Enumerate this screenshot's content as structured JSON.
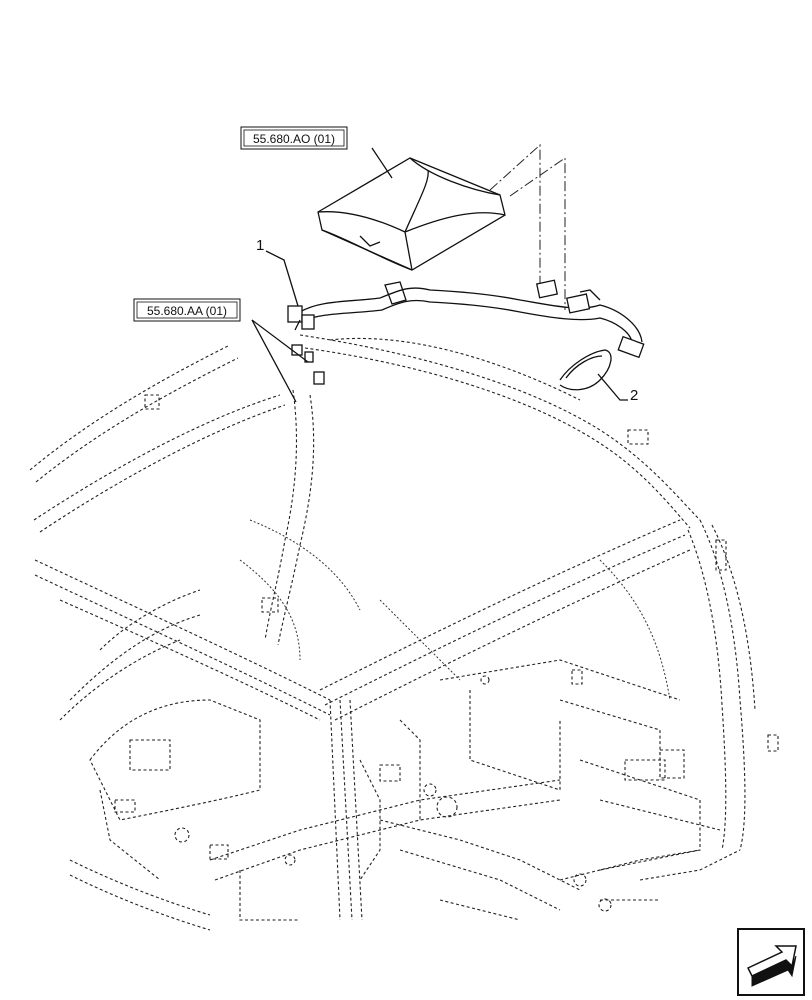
{
  "callouts": {
    "ref_box_1": "55.680.AO (01)",
    "ref_box_2": "55.680.AA (01)",
    "item_1": "1",
    "item_2": "2"
  },
  "icons": {
    "nav": "next-page-arrow-icon"
  }
}
